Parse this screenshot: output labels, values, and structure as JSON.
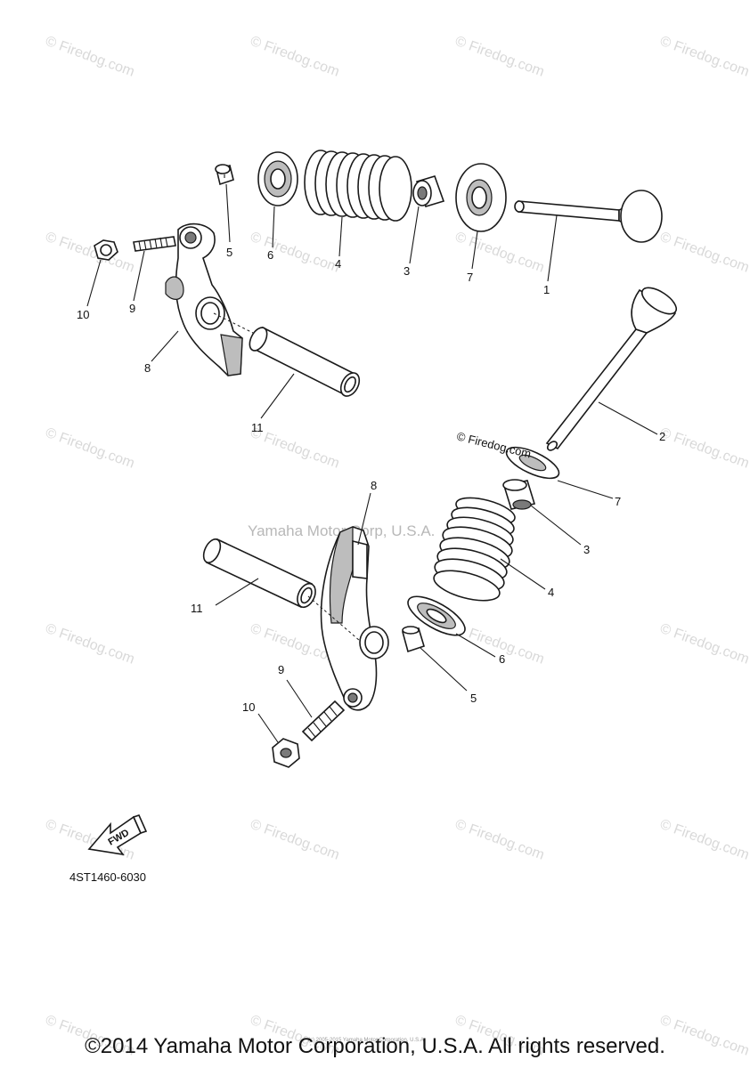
{
  "watermark": "© Firedog.com",
  "center_watermark": "Yamaha Motor Corp, U.S.A.",
  "inline_watermark": "© Firedog.com",
  "small_credit": "(c) 2005-2015 Yamaha Motor Corporation, U.S.A.",
  "part_code": "4ST1460-6030",
  "fwd_label": "FWD",
  "copyright": "©2014 Yamaha Motor Corporation, U.S.A. All rights reserved.",
  "callouts_top": {
    "p5": "5",
    "p6": "6",
    "p4": "4",
    "p3": "3",
    "p7": "7",
    "p1": "1",
    "p10": "10",
    "p9": "9",
    "p8": "8",
    "p11": "11"
  },
  "callouts_bottom": {
    "p2": "2",
    "p7": "7",
    "p3": "3",
    "p8": "8",
    "p4": "4",
    "p11": "11",
    "p6": "6",
    "p9": "9",
    "p5": "5",
    "p10": "10"
  },
  "colors": {
    "line": "#1a1a1a",
    "watermark": "#d9d9d9",
    "background": "#ffffff"
  }
}
